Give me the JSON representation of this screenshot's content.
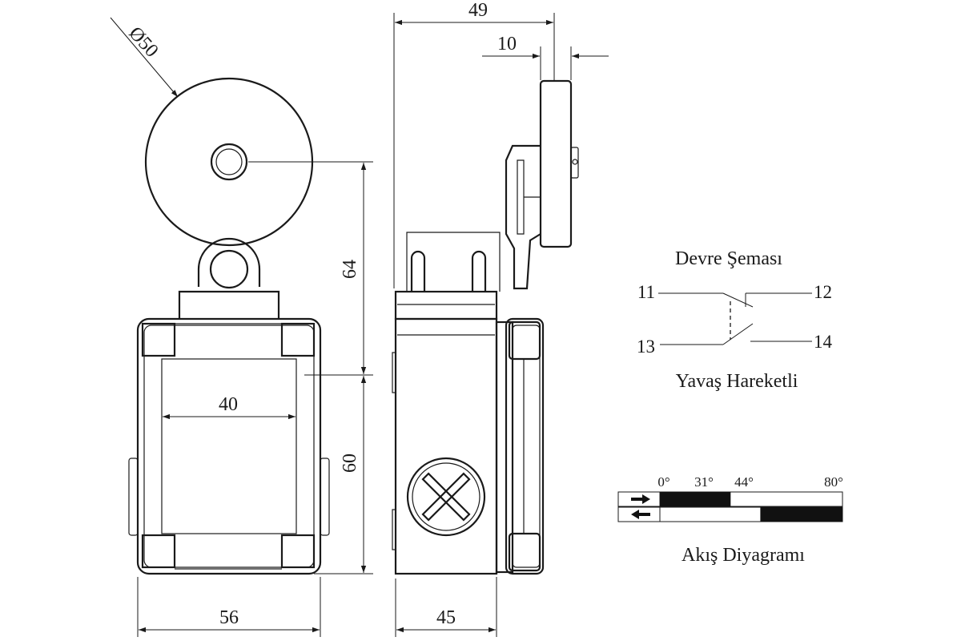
{
  "dimensions": {
    "roller_diameter": "Ø50",
    "front_width": "56",
    "inner_width": "40",
    "height_to_roller": "64",
    "body_height": "60",
    "side_depth": "45",
    "total_depth": "49",
    "roller_width": "10"
  },
  "circuit": {
    "title": "Devre Şeması",
    "terminals": [
      "11",
      "12",
      "13",
      "14"
    ],
    "caption": "Yavaş Hareketli"
  },
  "flow": {
    "title": "Akış Diyagramı",
    "angles": [
      "0°",
      "31°",
      "44°",
      "80°"
    ],
    "closed_1": {
      "from_deg": 0,
      "to_deg": 31
    },
    "closed_2": {
      "from_deg": 44,
      "to_deg": 80
    },
    "max_deg": 80
  }
}
